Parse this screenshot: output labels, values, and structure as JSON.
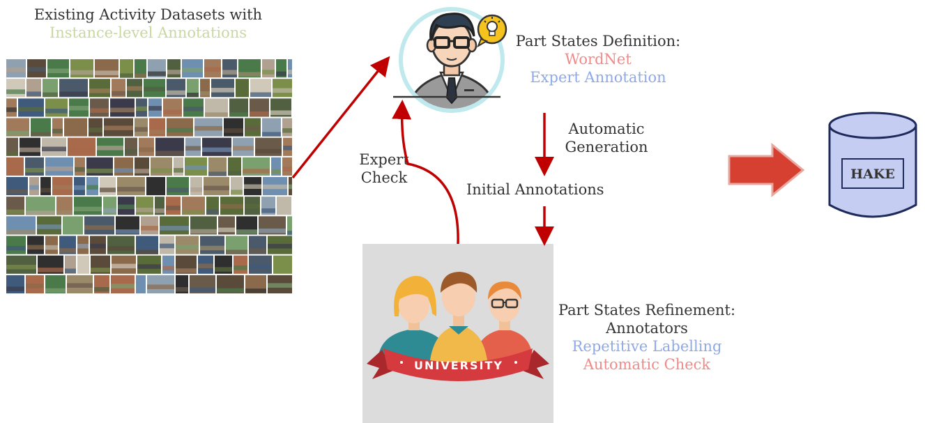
{
  "left": {
    "title_line1": "Existing Activity Datasets with",
    "title_line2": "Instance-level Annotations",
    "title_line2_color": "#c8d8a0"
  },
  "expert": {
    "heading": "Part States Definition:",
    "line1": "WordNet",
    "line1_color": "#f08a8a",
    "line2": "Expert Annotation",
    "line2_color": "#8fa8e8",
    "icon": "expert-avatar-with-lightbulb"
  },
  "flow": {
    "auto_gen_line1": "Automatic",
    "auto_gen_line2": "Generation",
    "initial": "Initial Annotations",
    "expert_check_line1": "Expert",
    "expert_check_line2": "Check",
    "arrow_color": "#c00000"
  },
  "annotators": {
    "heading": "Part States Refinement:",
    "line1": "Annotators",
    "line2": "Repetitive Labelling",
    "line2_color": "#8fa8e8",
    "line3": "Automatic Check",
    "line3_color": "#f08a8a",
    "banner": "UNIVERSITY",
    "icon": "annotators-group"
  },
  "output": {
    "label": "HAKE",
    "icon": "database-cylinder",
    "fill_color": "#c5cef2",
    "stroke_color": "#1e2a5a",
    "arrow_color": "#d64030"
  }
}
